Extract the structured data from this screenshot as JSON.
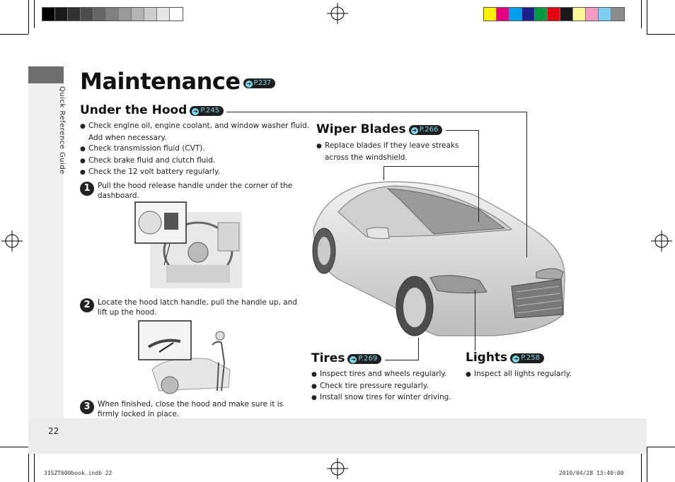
{
  "header": {
    "title": "Maintenance",
    "title_ref": "P.237"
  },
  "side_tab": {
    "label": "Quick Reference Guide"
  },
  "sections": {
    "hood": {
      "heading": "Under the Hood",
      "ref": "P.245",
      "bullets": [
        "Check engine oil, engine coolant, and window washer fluid. Add when necessary.",
        "Check transmission fluid (CVT).",
        "Check brake fluid and clutch fluid.",
        "Check the 12 volt battery regularly."
      ]
    },
    "wiper": {
      "heading": "Wiper Blades",
      "ref": "P.266",
      "bullets": [
        "Replace blades if they leave streaks across the windshield."
      ]
    },
    "tires": {
      "heading": "Tires",
      "ref": "P.269",
      "bullets": [
        "Inspect tires and wheels regularly.",
        "Check tire pressure regularly.",
        "Install snow tires for winter driving."
      ]
    },
    "lights": {
      "heading": "Lights",
      "ref": "P.258",
      "bullets": [
        "Inspect all lights regularly."
      ]
    }
  },
  "steps": [
    {
      "num": "1",
      "text": "Pull the hood release handle under the corner of the dashboard."
    },
    {
      "num": "2",
      "text": "Locate the hood latch handle, pull the handle up, and lift up the hood."
    },
    {
      "num": "3",
      "text": "When finished, close the hood and make sure it is firmly locked in place."
    }
  ],
  "footer": {
    "page_number": "22",
    "slug_left": "31SZT600book.indb   22",
    "slug_right": "2010/04/28   13:40:00"
  },
  "print_marks": {
    "gray_swatches": [
      "#000000",
      "#1a1a1a",
      "#333333",
      "#4d4d4d",
      "#666666",
      "#808080",
      "#999999",
      "#b3b3b3",
      "#cccccc",
      "#e6e6e6",
      "#ffffff"
    ],
    "color_swatches": [
      "#ffef00",
      "#e4007f",
      "#00a0e9",
      "#1d2088",
      "#009944",
      "#e60012",
      "#1a1a1a",
      "#fff799",
      "#f49ac1",
      "#7ecef4",
      "#8c8c8c"
    ]
  }
}
